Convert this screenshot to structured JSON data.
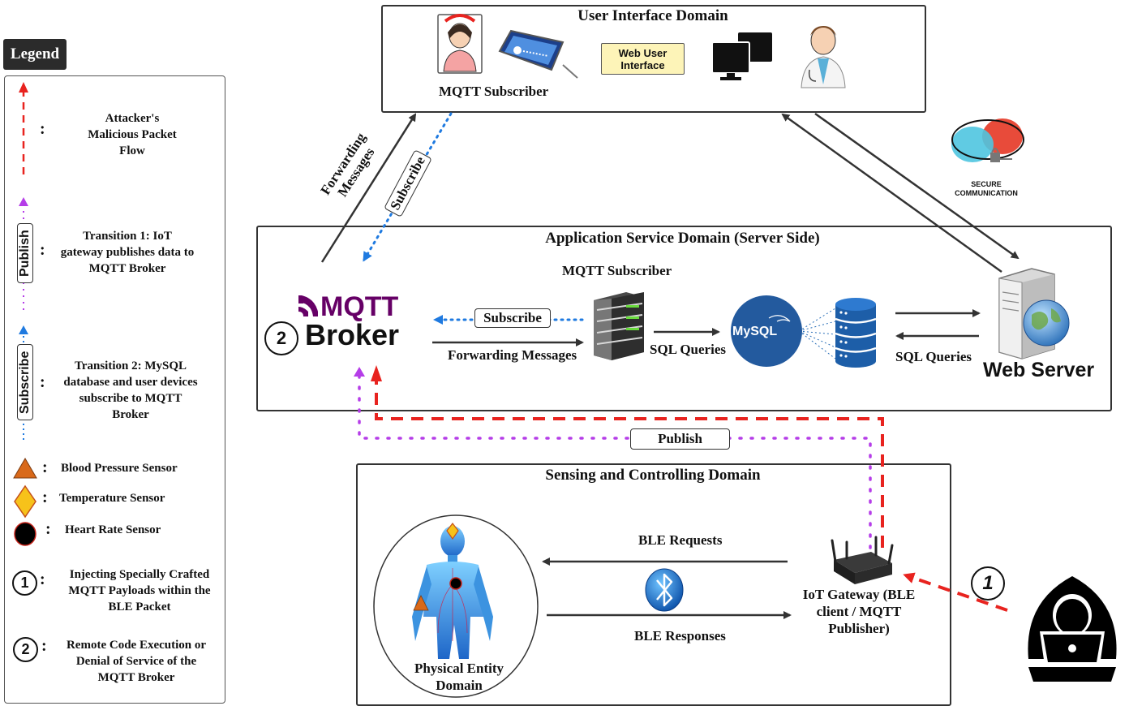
{
  "legend": {
    "title": "Legend",
    "items": [
      {
        "text": "Attacker's Malicious Packet Flow",
        "lines": [
          "Attacker's",
          "Malicious Packet",
          "Flow"
        ]
      },
      {
        "text": "Transition 1: IoT gateway publishes data to MQTT Broker",
        "lines": [
          "Transition 1:  IoT",
          "gateway publishes data to",
          "MQTT Broker"
        ],
        "tag": "Publish"
      },
      {
        "text": "Transition 2: MySQL database and user devices subscribe to MQTT Broker",
        "lines": [
          "Transition 2: MySQL",
          "database and user devices",
          "subscribe to MQTT",
          "Broker"
        ],
        "tag": "Subscribe"
      },
      {
        "text": "Blood Pressure Sensor"
      },
      {
        "text": "Temperature Sensor"
      },
      {
        "text": "Heart Rate Sensor"
      },
      {
        "num": "1",
        "lines": [
          "Injecting Specially Crafted",
          "MQTT Payloads within the",
          "BLE Packet"
        ]
      },
      {
        "num": "2",
        "lines": [
          "Remote Code Execution or",
          "Denial of Service of the",
          "MQTT Broker"
        ]
      }
    ]
  },
  "ui_domain": {
    "title": "User Interface Domain",
    "subscriber_label": "MQTT Subscriber",
    "web_ui_label": [
      "Web User",
      "Interface"
    ]
  },
  "app_domain": {
    "title": "Application Service Domain (Server Side)",
    "subscriber_label": "MQTT Subscriber",
    "broker_logo": "MQTT",
    "broker_label": "Broker",
    "broker_num": "2",
    "subscribe_tag": "Subscribe",
    "forwarding_label": "Forwarding Messages",
    "sql_queries_1": "SQL Queries",
    "sql_queries_2": "SQL Queries",
    "mysql_logo": "MySQL",
    "web_server": "Web Server"
  },
  "links": {
    "forwarding_messages": [
      "Forwarding",
      "Messages"
    ],
    "subscribe": "Subscribe",
    "publish": "Publish",
    "secure_comm": [
      "SECURE",
      "COMMUNICATION"
    ]
  },
  "sensing_domain": {
    "title": "Sensing and Controlling Domain",
    "ble_requests": "BLE Requests",
    "ble_responses": "BLE Responses",
    "gateway_label": [
      "IoT Gateway (BLE",
      "client / MQTT",
      "Publisher)"
    ],
    "physical_entity": [
      "Physical Entity",
      "Domain"
    ]
  },
  "attacker": {
    "num": "1"
  },
  "colors": {
    "attack": "#e8231f",
    "publish": "#b53de8",
    "subscribe": "#1f7ae0",
    "mqtt_purple": "#660066",
    "mysql_blue": "#235a9e",
    "triangle": "#d9691a",
    "diamond": "#f7c21a"
  }
}
